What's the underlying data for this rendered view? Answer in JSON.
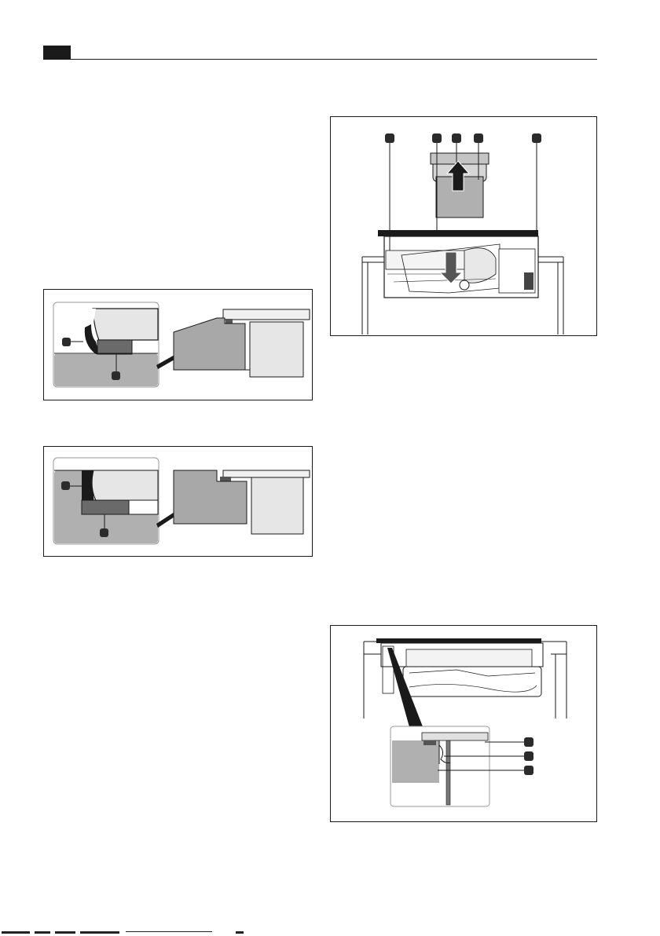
{
  "page": {
    "header_tab": "",
    "figures": [
      {
        "id": "fig-1",
        "callouts": [
          "",
          ""
        ]
      },
      {
        "id": "fig-2",
        "callouts": [
          "",
          ""
        ]
      },
      {
        "id": "fig-3",
        "callouts": [
          "",
          "",
          "",
          "",
          ""
        ]
      },
      {
        "id": "fig-4",
        "callouts": [
          "",
          "",
          ""
        ]
      }
    ]
  },
  "colors": {
    "ink": "#1a1a1a",
    "dark_gray": "#6b6b6b",
    "mid_gray": "#a8a8a8",
    "light_gray": "#e4e4e4",
    "callout_marker": "#2b2b2b"
  },
  "icons": {
    "callout_marker": "callout-marker-icon",
    "arrow_up": "arrow-up-icon",
    "arrow_down": "arrow-down-icon"
  }
}
